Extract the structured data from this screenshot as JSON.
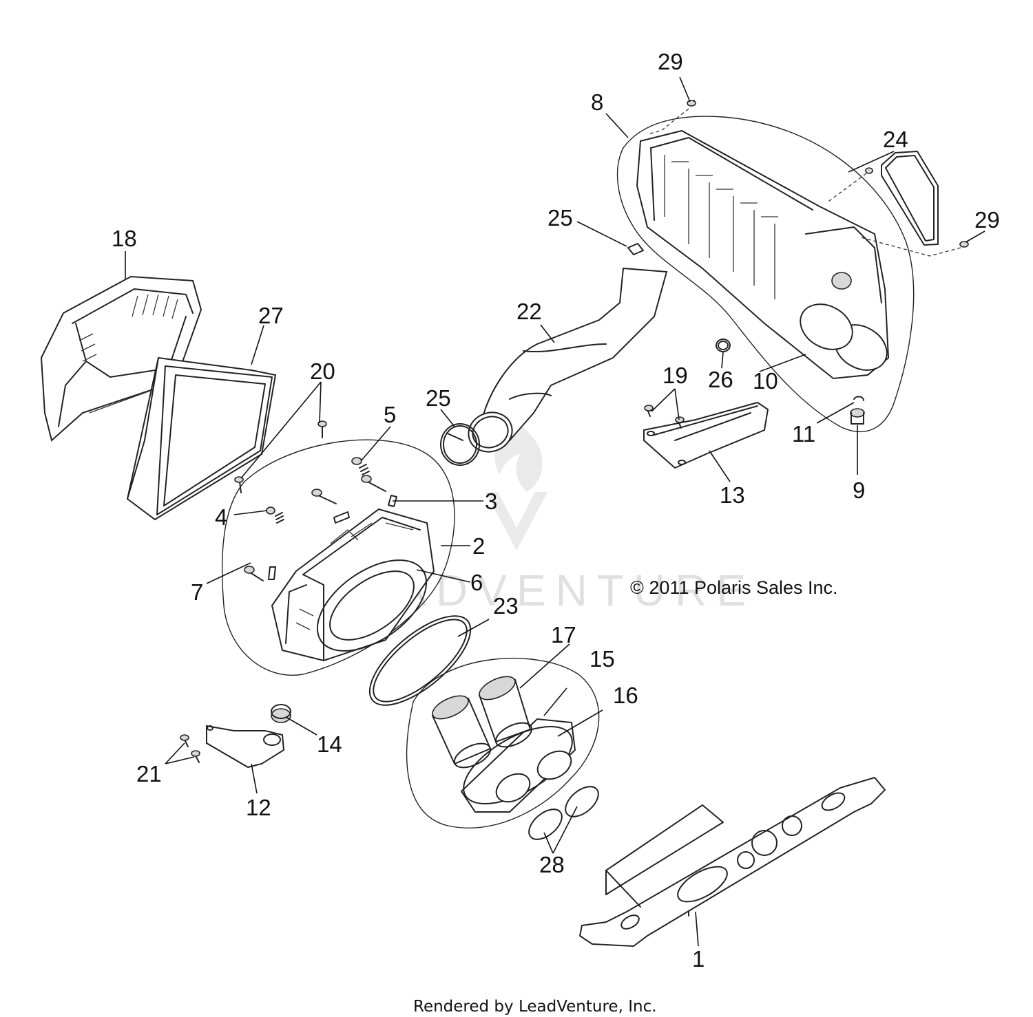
{
  "copyright": "© 2011 Polaris Sales Inc.",
  "footer": "Rendered by LeadVenture, Inc.",
  "watermark": "LEADVENTURE",
  "callouts": {
    "c1": "1",
    "c2": "2",
    "c3": "3",
    "c4": "4",
    "c5": "5",
    "c6": "6",
    "c7": "7",
    "c8": "8",
    "c9": "9",
    "c10": "10",
    "c11": "11",
    "c12": "12",
    "c13": "13",
    "c14": "14",
    "c15": "15",
    "c16": "16",
    "c17": "17",
    "c18": "18",
    "c19": "19",
    "c20": "20",
    "c21": "21",
    "c22": "22",
    "c23": "23",
    "c24": "24",
    "c25a": "25",
    "c25b": "25",
    "c26": "26",
    "c27": "27",
    "c28": "28",
    "c29a": "29",
    "c29b": "29"
  }
}
